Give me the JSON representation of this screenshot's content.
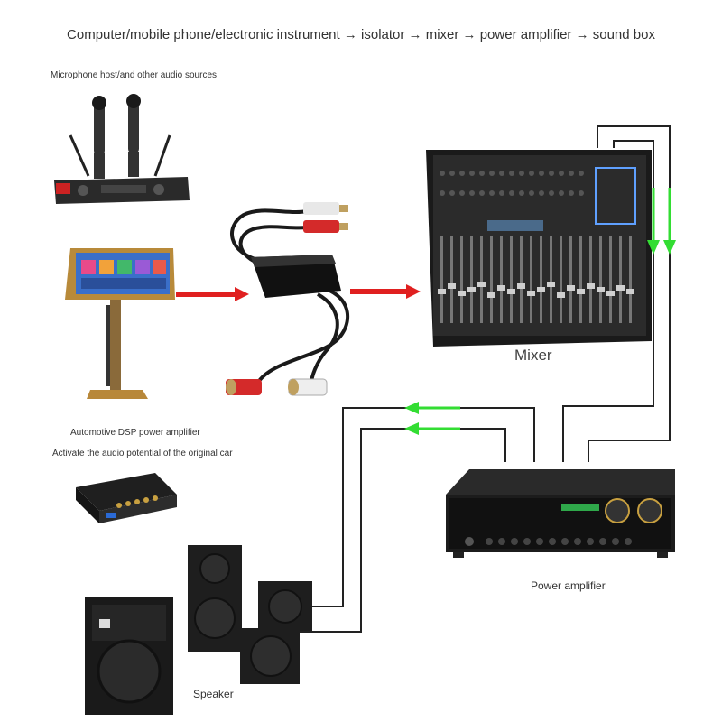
{
  "header": {
    "title": "Computer/mobile phone/electronic instrument → isolator → mixer → power amplifier → sound box"
  },
  "labels": {
    "microphone": "Microphone host/and other audio sources",
    "automotive": "Automotive DSP power amplifier",
    "activate": "Activate the audio potential of the original car",
    "mixer": "Mixer",
    "power_amplifier": "Power amplifier",
    "speaker": "Speaker"
  },
  "colors": {
    "arrow_red": "#e02020",
    "arrow_green": "#33dd33",
    "cable": "#222222",
    "device_body": "#1e1e1e"
  }
}
